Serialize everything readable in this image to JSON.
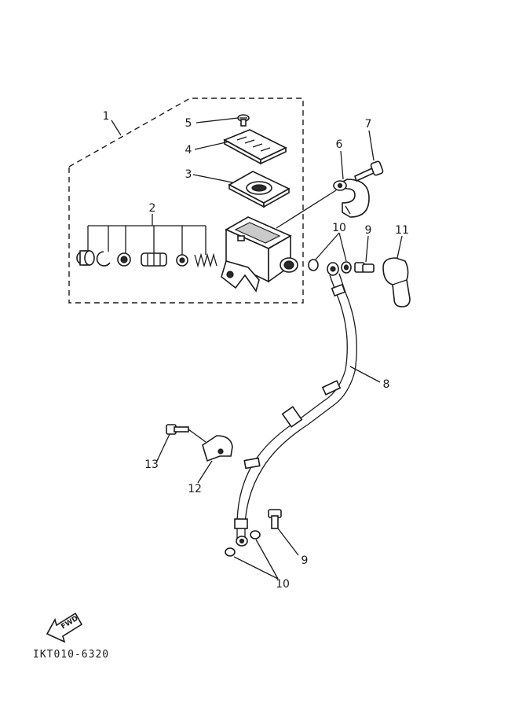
{
  "labels": {
    "p1": "1",
    "p2": "2",
    "p3": "3",
    "p4": "4",
    "p5": "5",
    "p6": "6",
    "p7": "7",
    "p8": "8",
    "p9a": "9",
    "p9b": "9",
    "p10a": "10",
    "p10b": "10",
    "p11": "11",
    "p12": "12",
    "p13": "13"
  },
  "fwd_arrow": "FWD",
  "diagram_code": "IKT010-6320"
}
